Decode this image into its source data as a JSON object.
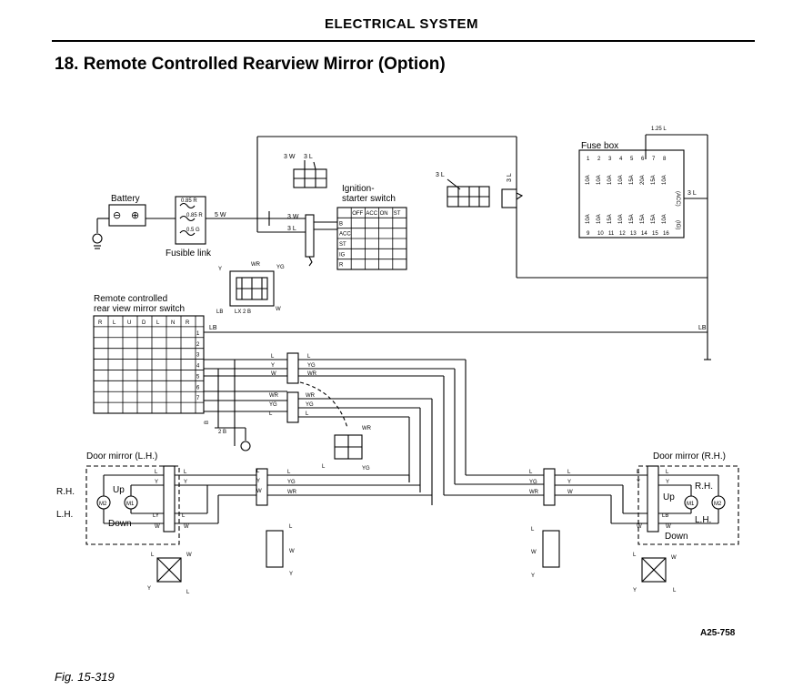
{
  "header": {
    "title": "ELECTRICAL SYSTEM"
  },
  "section": {
    "number": "18.",
    "title": "Remote Controlled Rearview Mirror (Option)"
  },
  "labels": {
    "battery": "Battery",
    "fusible_link": "Fusible link",
    "fusible_085r_top": "0.85 R",
    "fusible_085r_mid": "0.85 R",
    "fusible_05g": "0.5 G",
    "wire_5w": "5 W",
    "wire_3w": "3 W",
    "wire_3l": "3 L",
    "wire_3w_top": "3 W",
    "wire_3l_top": "3 L",
    "ignition_line1": "Ignition-",
    "ignition_line2": "starter switch",
    "conn_3l": "3 L",
    "conn_3l_vert": "3 L",
    "fuse_box": "Fuse box",
    "wire_125l": "1.25 L",
    "fuse_3l_out": "3 L",
    "fuse_acc": "(ACC)",
    "fuse_ig": "(IG)",
    "remote_line1": "Remote controlled",
    "remote_line2": "rear view mirror switch",
    "lb_left": "LB",
    "lb_right": "LB",
    "switch_conn_y": "Y",
    "switch_conn_wr": "WR",
    "switch_conn_yg": "YG",
    "switch_conn_lb": "LB",
    "switch_conn_lx2b": "LX 2 B",
    "switch_conn_w": "W",
    "wire_2b": "2 B",
    "wire_b": "B",
    "door_lh": "Door mirror (L.H.)",
    "door_rh": "Door mirror (R.H.)",
    "rh_side": "R.H.",
    "lh_side": "L.H.",
    "up_lh": "Up",
    "down_lh": "Down",
    "up_rh": "Up",
    "down_rh": "Down",
    "rh_inner": "R.H.",
    "lh_inner": "L.H.",
    "m1": "M1",
    "m2": "M2",
    "ly": "LY",
    "lb_inner": "LB",
    "center_conn_wr": "WR",
    "center_conn_l": "L",
    "center_conn_yg": "YG",
    "code": "A25-758",
    "fig": "Fig. 15-319"
  },
  "ignition_table": {
    "headers": [
      "OFF",
      "ACC",
      "ON",
      "ST"
    ],
    "rows": [
      "B",
      "ACC",
      "ST",
      "IG",
      "R"
    ]
  },
  "switch_table": {
    "headers": [
      "R",
      "L",
      "U",
      "D",
      "L",
      "N",
      "R"
    ],
    "pins": [
      "1",
      "2",
      "3",
      "4",
      "5",
      "6",
      "7"
    ]
  },
  "fuse_top_numbers": [
    "1",
    "2",
    "3",
    "4",
    "5",
    "6",
    "7",
    "8"
  ],
  "fuse_top_ratings": [
    "10A",
    "10A",
    "10A",
    "10A",
    "15A",
    "20A",
    "15A",
    "10A"
  ],
  "fuse_bottom_numbers": [
    "9",
    "10",
    "11",
    "12",
    "13",
    "14",
    "15",
    "16"
  ],
  "fuse_bottom_ratings": [
    "10A",
    "10A",
    "15A",
    "10A",
    "15A",
    "15A",
    "15A",
    "10A"
  ],
  "wire_pairs_upper": [
    {
      "left": "L",
      "right": "L"
    },
    {
      "left": "Y",
      "right": "YG"
    },
    {
      "left": "W",
      "right": "WR"
    }
  ],
  "wire_pairs_lower": [
    {
      "left": "WR",
      "right": "WR"
    },
    {
      "left": "YG",
      "right": "YG"
    },
    {
      "left": "L",
      "right": "L"
    }
  ],
  "lh_harness": [
    {
      "left": "L",
      "right": "L"
    },
    {
      "left": "Y",
      "right": "Y"
    },
    {
      "left": "W",
      "right": "W"
    }
  ],
  "lh_mirror_pins": [
    {
      "inner": "L",
      "outer": "L"
    },
    {
      "inner": "Y",
      "outer": "Y"
    },
    {
      "inner": "LY",
      "outer": "L"
    },
    {
      "inner": "W",
      "outer": "W"
    }
  ],
  "mid_harness": [
    {
      "left": "L",
      "right": "L"
    },
    {
      "left": "Y",
      "right": "YG"
    },
    {
      "left": "W",
      "right": "WR"
    }
  ],
  "rh_harness": [
    {
      "left": "L",
      "right": "L"
    },
    {
      "left": "YG",
      "right": "Y"
    },
    {
      "left": "WR",
      "right": "W"
    }
  ],
  "rh_mirror_pins": [
    {
      "outer": "L",
      "inner": "L"
    },
    {
      "outer": "Y",
      "inner": "Y"
    },
    {
      "outer": "L",
      "inner": "LB"
    },
    {
      "outer": "W",
      "inner": "W"
    }
  ],
  "conn_letters": {
    "c1_l": "L",
    "c1_w": "W",
    "c1_y": "Y",
    "c2_l": "L",
    "c2_w": "W",
    "c2_y": "Y",
    "c3_l": "L",
    "c3_w": "W",
    "c3_y": "Y",
    "c4_l": "L",
    "c4_w": "W",
    "c4_y": "Y",
    "c5_l": "L",
    "c5_w": "W",
    "c5_y": "Y",
    "c6_l": "L",
    "c6_w": "W",
    "c6_y": "Y"
  }
}
